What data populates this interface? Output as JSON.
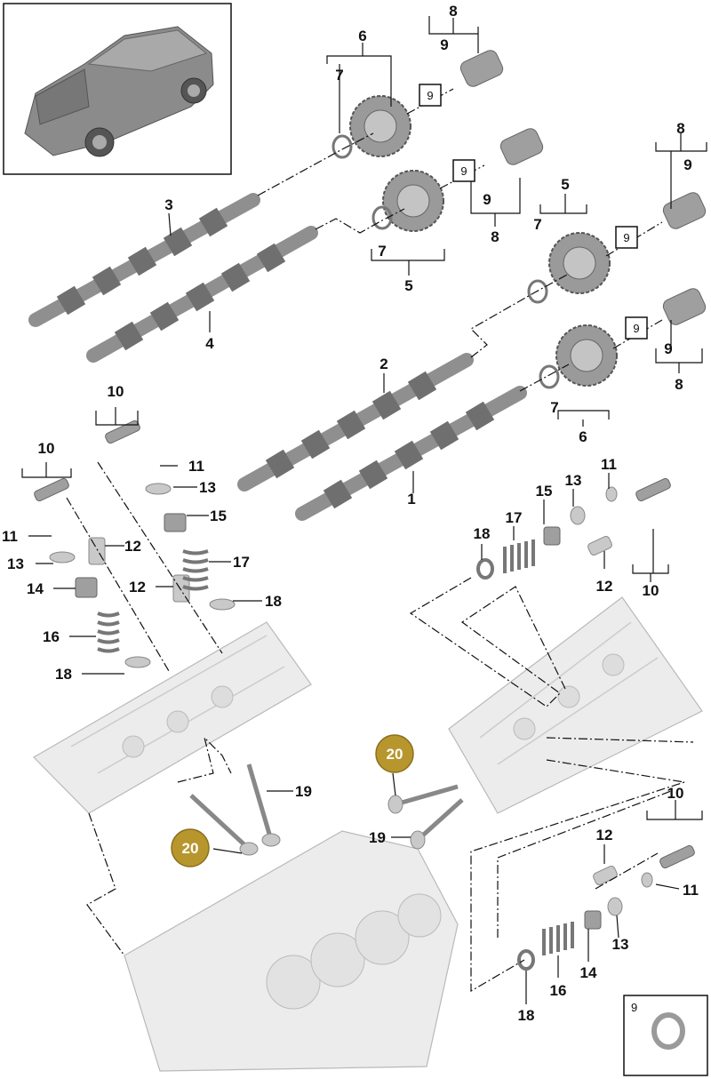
{
  "diagram": {
    "callouts": {
      "c1": "1",
      "c2": "2",
      "c3": "3",
      "c4": "4",
      "c5a": "5",
      "c5b": "5",
      "c6a": "6",
      "c6b": "6",
      "c7a": "7",
      "c7b": "7",
      "c7c": "7",
      "c7d": "7",
      "c8a": "8",
      "c8b": "8",
      "c8c": "8",
      "c8d": "8",
      "c9a": "9",
      "c9b": "9",
      "c9c": "9",
      "c9d": "9",
      "c9box1": "9",
      "c9box2": "9",
      "c9box3": "9",
      "c9box4": "9",
      "c10a": "10",
      "c10b": "10",
      "c10c": "10",
      "c10d": "10",
      "c11a": "11",
      "c11b": "11",
      "c11c": "11",
      "c11d": "11",
      "c12a": "12",
      "c12b": "12",
      "c12c": "12",
      "c12d": "12",
      "c13a": "13",
      "c13b": "13",
      "c13c": "13",
      "c13d": "13",
      "c14a": "14",
      "c14b": "14",
      "c15a": "15",
      "c15b": "15",
      "c16a": "16",
      "c16b": "16",
      "c17a": "17",
      "c17b": "17",
      "c18a": "18",
      "c18b": "18",
      "c18c": "18",
      "c18d": "18",
      "c19a": "19",
      "c19b": "19",
      "c20a": "20",
      "c20b": "20"
    },
    "inset": {
      "label": "9"
    },
    "colors": {
      "badge": "#b8962e",
      "badge_stroke": "#8a6f1e"
    }
  }
}
